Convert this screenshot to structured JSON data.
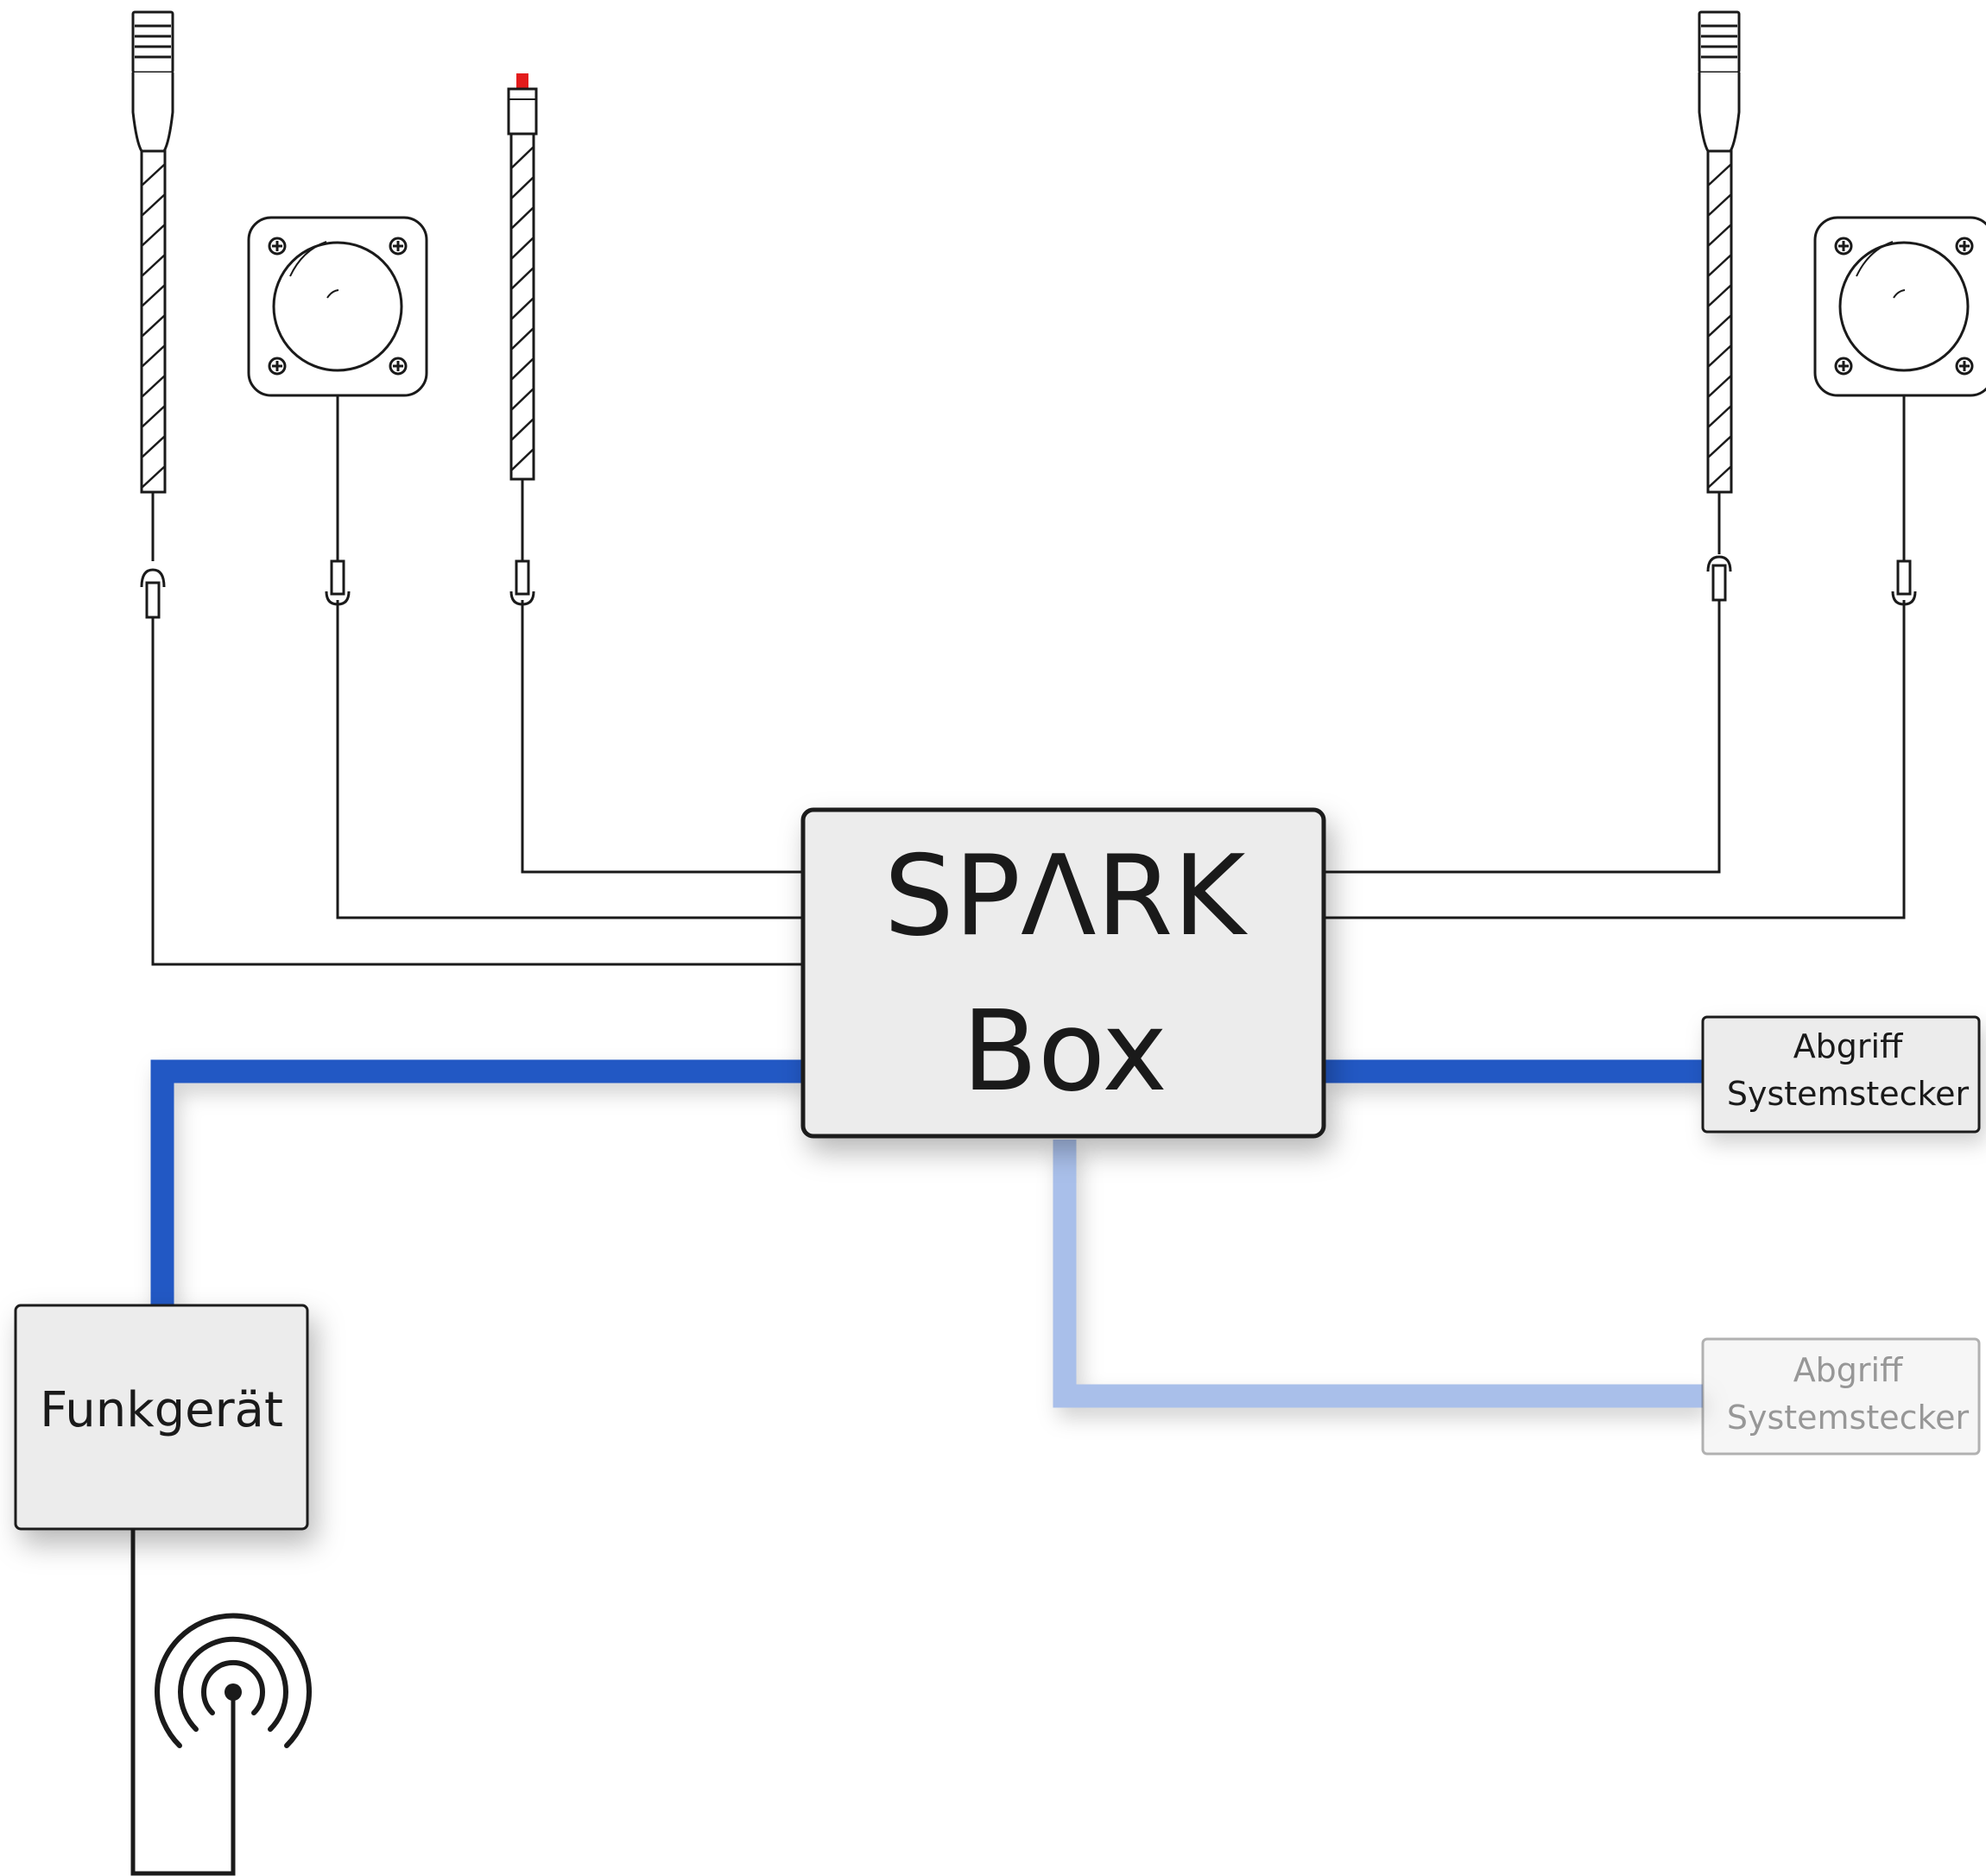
{
  "spark_box": {
    "line1": "SPΛRK",
    "line2": "Box"
  },
  "radio": {
    "label": "Funkgerät"
  },
  "tap_primary": {
    "line1": "Abgriff",
    "line2": "Systemstecker"
  },
  "tap_secondary": {
    "line1": "Abgriff",
    "line2": "Systemstecker"
  },
  "colors": {
    "cable_primary": "#2158c4",
    "cable_secondary": "#a9bfea",
    "indicator_led": "#e31b1b",
    "box_fill": "#ececec",
    "stroke": "#1a1a1a"
  }
}
